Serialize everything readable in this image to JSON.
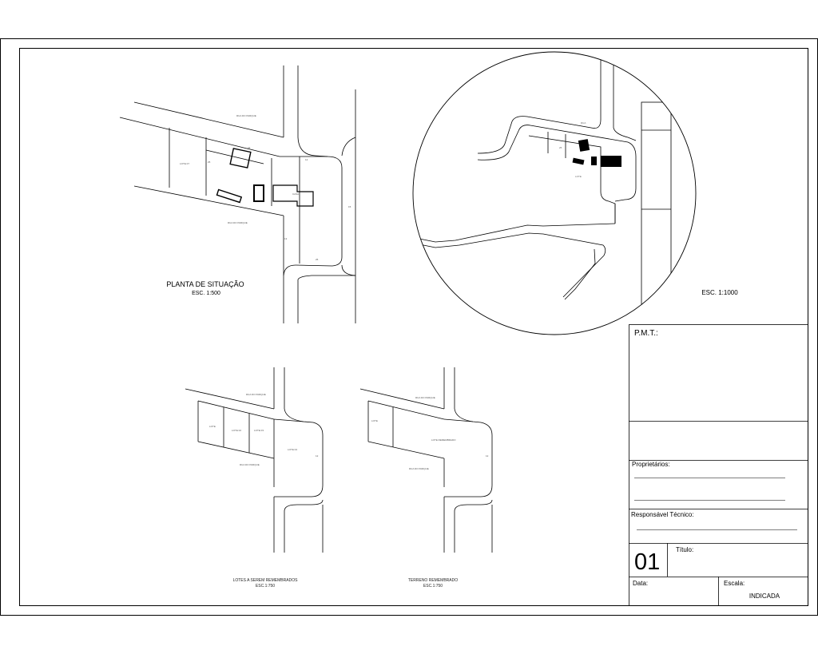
{
  "plans": {
    "situacao": {
      "title": "PLANTA DE SITUAÇÃO",
      "scale": "ESC. 1:500"
    },
    "localizacao": {
      "scale": "ESC. 1:1000"
    },
    "lotes": {
      "title": "LOTES A SEREM REMEMBRADOS",
      "scale": "ESC.1:750"
    },
    "terreno": {
      "title": "TERRENO REMEMBRADO",
      "scale": "ESC.1:750"
    }
  },
  "title_block": {
    "pmt_label": "P.M.T.:",
    "owners_label": "Proprietários:",
    "responsible_label": "Responsável Técnico:",
    "sheet_number": "01",
    "title_label": "Título:",
    "date_label": "Data:",
    "scale_label": "Escala:",
    "scale_value": "INDICADA"
  }
}
